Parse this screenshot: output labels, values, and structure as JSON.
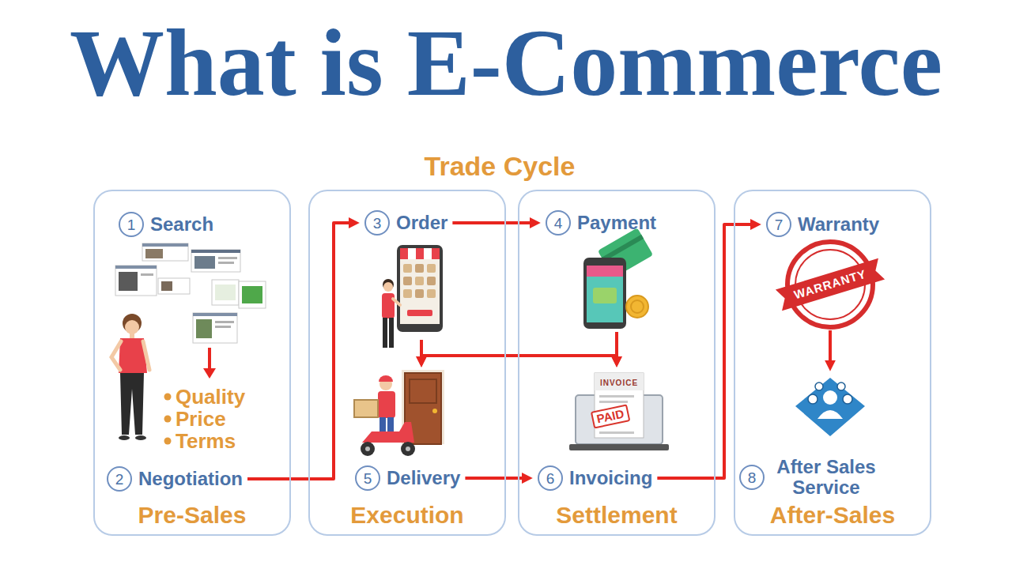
{
  "diagram": {
    "title": "What is E-Commerce",
    "nodes": [
      {
        "text": [
          "Pre-Sales"
        ]
      },
      {
        "text": [
          "1",
          "Search"
        ],
        "in": 0
      },
      {
        "text": [
          "2",
          "Negotiation"
        ],
        "in": 0
      },
      {
        "text": [
          "Execution"
        ]
      },
      {
        "text": [
          "3",
          "Order"
        ],
        "in": 3
      },
      {
        "text": [
          "5",
          "Delivery"
        ],
        "in": 3
      },
      {
        "text": [
          "Settlement"
        ]
      },
      {
        "text": [
          "4",
          "Payment"
        ],
        "in": 6
      },
      {
        "text": [
          "6",
          "Invoicing"
        ],
        "in": 6
      },
      {
        "text": [
          "After-Sales"
        ]
      },
      {
        "text": [
          "7",
          "Warranty"
        ],
        "in": 9
      },
      {
        "text": [
          "8",
          "After Sales Service"
        ],
        "in": 9
      }
    ],
    "edges": [
      {
        "from": 2,
        "to": 4,
        "arrow": "to"
      },
      {
        "from": 4,
        "to": 7,
        "arrow": "to"
      },
      {
        "from": 4,
        "to": 5,
        "arrow": "to"
      },
      {
        "from": 4,
        "to": 8,
        "arrow": "to"
      },
      {
        "from": 7,
        "to": 5,
        "arrow": "to"
      },
      {
        "from": 7,
        "to": 8,
        "arrow": "to"
      },
      {
        "from": 5,
        "to": 8,
        "arrow": "to"
      },
      {
        "from": 8,
        "to": 10,
        "arrow": "to"
      },
      {
        "from": 10,
        "to": 11,
        "arrow": "to"
      }
    ],
    "labels": [
      "Trade Cycle",
      "Quality",
      "Price",
      "Terms",
      "INVOICE",
      "PAID",
      "WARRANTY"
    ]
  }
}
